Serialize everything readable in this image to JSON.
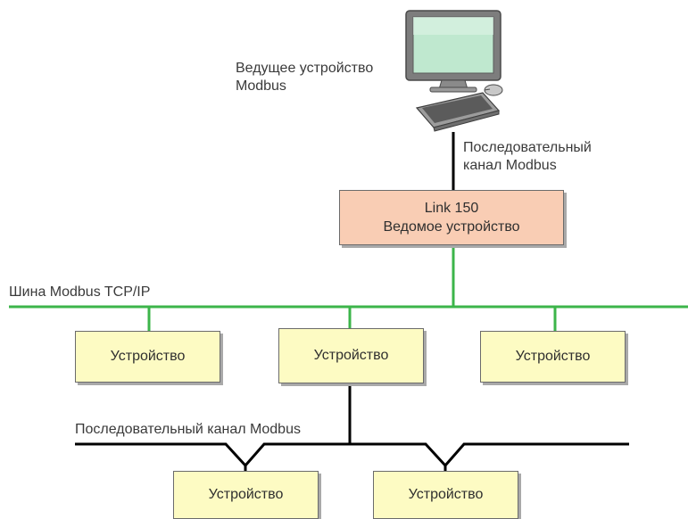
{
  "master": {
    "label_line1": "Ведущее устройство",
    "label_line2": "Modbus",
    "icon": "desktop-computer-icon"
  },
  "serial_link_top": {
    "label_line1": "Последовательный",
    "label_line2": "канал Modbus"
  },
  "gateway": {
    "line1": "Link 150",
    "line2": "Ведомое устройство"
  },
  "tcp_bus": {
    "label": "Шина Modbus TCP/IP",
    "color": "#3cb54a"
  },
  "serial_bus": {
    "label": "Последовательный канал Modbus",
    "color": "#000000"
  },
  "devices": [
    {
      "label": "Устройство"
    },
    {
      "label": "Устройство"
    },
    {
      "label": "Устройство"
    },
    {
      "label": "Устройство"
    },
    {
      "label": "Устройство"
    }
  ],
  "colors": {
    "device_fill": "#fdfbc3",
    "gateway_fill": "#f9cdb4"
  }
}
